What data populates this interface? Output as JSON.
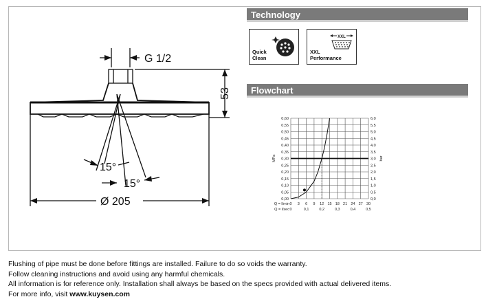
{
  "drawing": {
    "thread_label": "G 1/2",
    "height_label": "53",
    "angle_label_1": "15°",
    "angle_label_2": "15°",
    "diameter_label": "Ø 205"
  },
  "technology": {
    "title": "Technology",
    "badges": [
      {
        "label_line1": "Quick",
        "label_line2": "Clean",
        "icon": "quick-clean-icon"
      },
      {
        "label_line1": "XXL",
        "label_line2": "Performance",
        "icon": "xxl-performance-icon",
        "top_text": "XXL"
      }
    ]
  },
  "flowchart": {
    "title": "Flowchart"
  },
  "chart_data": {
    "type": "line",
    "y_left_label": "MPa",
    "y_right_label": "bar",
    "y_left_ticks": [
      "0,00",
      "0,05",
      "0,10",
      "0,15",
      "0,20",
      "0,25",
      "0,30",
      "0,35",
      "0,40",
      "0,45",
      "0,50",
      "0,55",
      "0,60"
    ],
    "y_right_ticks": [
      "0,0",
      "0,5",
      "1,0",
      "1,5",
      "2,0",
      "2,5",
      "3,0",
      "3,5",
      "4,0",
      "4,5",
      "5,0",
      "5,5",
      "6,0"
    ],
    "x_row1_label": "Q = l/min",
    "x_row1_ticks": [
      "0",
      "3",
      "6",
      "9",
      "12",
      "15",
      "18",
      "21",
      "24",
      "27",
      "30"
    ],
    "x_row2_label": "Q = l/sec",
    "x_row2_ticks": [
      "0",
      "0,1",
      "0,2",
      "0,3",
      "0,4",
      "0,5"
    ],
    "xlim": [
      0,
      30
    ],
    "ylim": [
      0,
      0.6
    ],
    "reference_pressure": 0.3,
    "reference_flow": 12,
    "series": [
      {
        "x": [
          0,
          3,
          6,
          9,
          10.5,
          12,
          13,
          14,
          15
        ],
        "y": [
          0,
          0.012,
          0.05,
          0.13,
          0.2,
          0.3,
          0.38,
          0.48,
          0.6
        ]
      }
    ],
    "marker": {
      "x": 5.3,
      "y": 0.065
    },
    "grid": true
  },
  "footer": {
    "line1": "Flushing of pipe must be done before fittings are installed. Failure to do so voids the warranty.",
    "line2": "Follow cleaning instructions and avoid using any harmful chemicals.",
    "line3": "All information is for reference only. Installation shall always be based on the specs provided with actual delivered items.",
    "line4_prefix": "For more info, visit ",
    "line4_link": "www.kuysen.com"
  }
}
